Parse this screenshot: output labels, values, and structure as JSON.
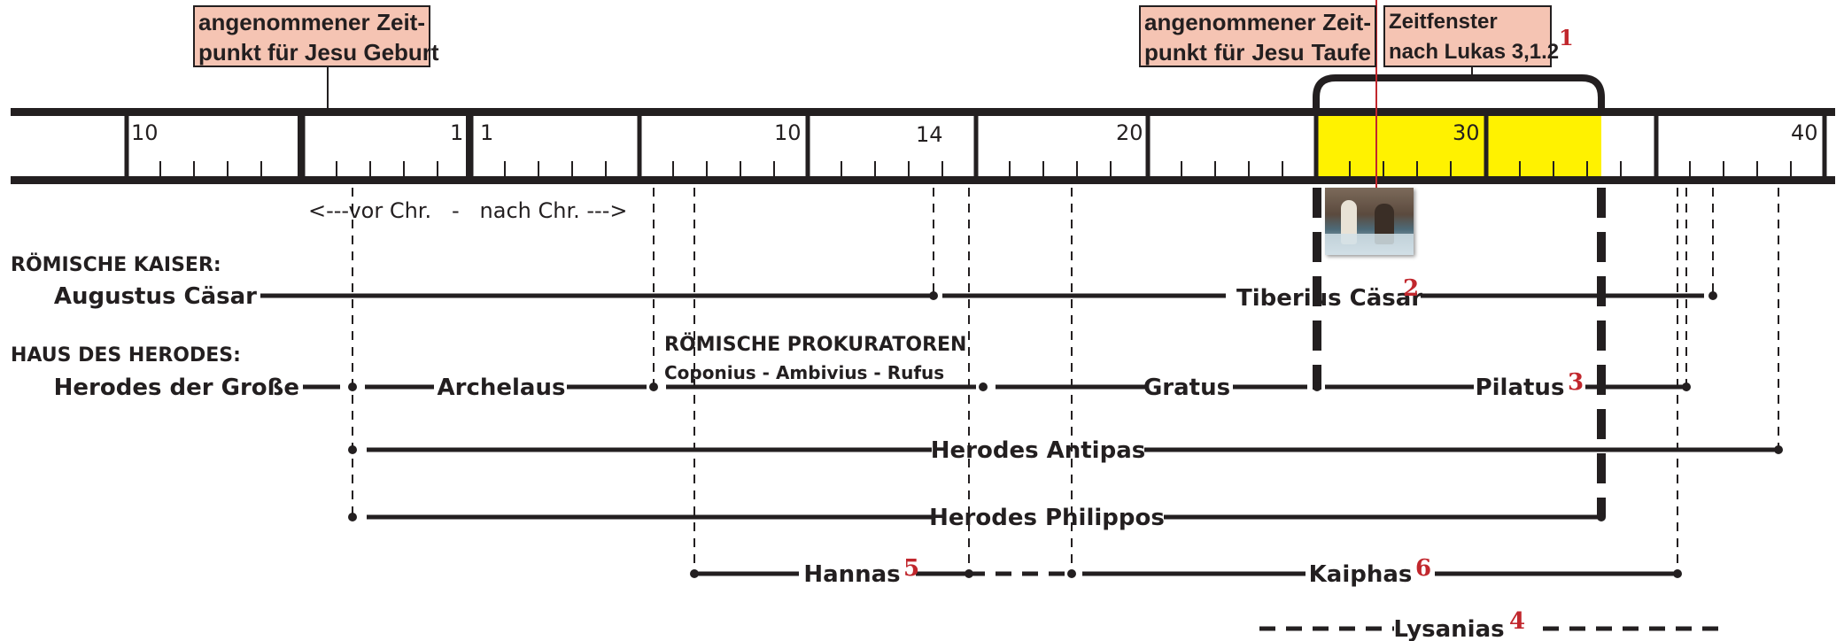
{
  "callouts": {
    "birth": {
      "line1": "angenommener Zeit-",
      "line2": "punkt für Jesu Geburt"
    },
    "baptism": {
      "line1": "angenommener Zeit-",
      "line2": "punkt für Jesu Taufe"
    },
    "window": {
      "line1": "Zeitfenster",
      "line2": "nach Lukas 3,1.2"
    }
  },
  "footnotes": {
    "window": "1",
    "tiberius": "2",
    "pilatus": "3",
    "lysanias": "4",
    "hannas": "5",
    "kaiphas": "6"
  },
  "axis": {
    "labels": [
      "10",
      "1",
      "1",
      "10",
      "14",
      "20",
      "30",
      "40"
    ],
    "era": "<---vor Chr.   -   nach Chr. --->",
    "highlight_color": "#fff200"
  },
  "sections": {
    "emperors": "RÖMISCHE KAISER:",
    "herod_house": "HAUS DES HERODES:",
    "procurators": "RÖMISCHE PROKURATOREN",
    "procurator_names": "Coponius - Ambivius - Rufus"
  },
  "rulers": {
    "augustus": "Augustus Cäsar",
    "tiberius": "Tiberius Cäsar",
    "herod_great": "Herodes der Große",
    "archelaus": "Archelaus",
    "gratus": "Gratus",
    "pilatus": "Pilatus",
    "antipas": "Herodes Antipas",
    "philippos": "Herodes Philippos",
    "hannas": "Hannas",
    "kaiphas": "Kaiphas",
    "lysanias": "Lysanias"
  },
  "image": {
    "subject": "baptism-photo"
  }
}
